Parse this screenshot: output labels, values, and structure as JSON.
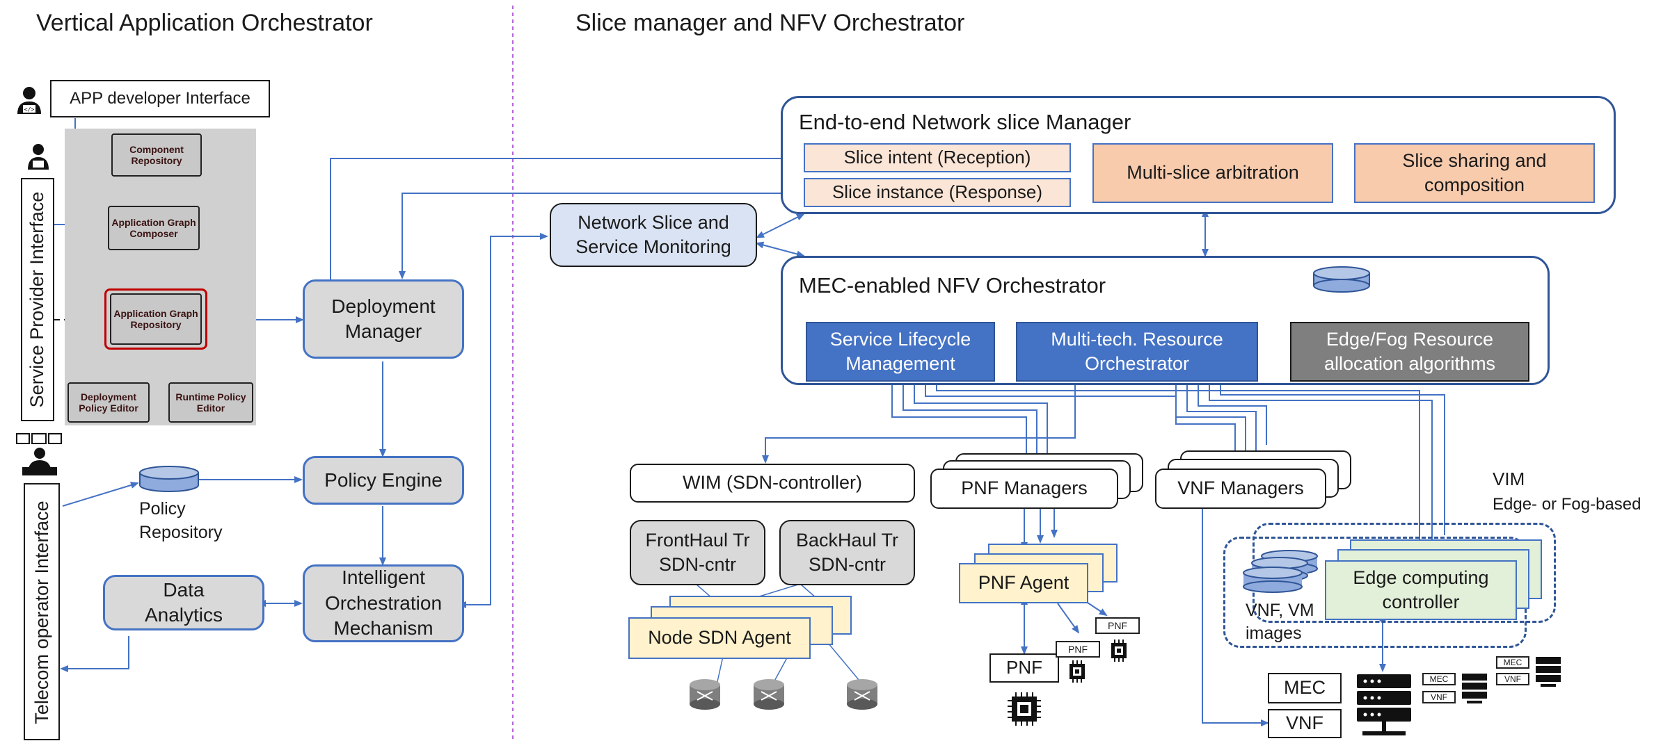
{
  "headings": {
    "left": "Vertical Application Orchestrator",
    "right": "Slice manager and NFV Orchestrator"
  },
  "interfaces": {
    "app_developer": "APP developer Interface",
    "service_provider": "Service Provider Interface",
    "telecom_operator": "Telecom operator Interface"
  },
  "vao": {
    "component_repository": "Component Repository",
    "application_graph_composer": "Application Graph Composer",
    "application_graph_repository": "Application Graph Repository",
    "deployment_policy_editor": "Deployment Policy Editor",
    "runtime_policy_editor": "Runtime Policy Editor",
    "deployment_manager": "Deployment Manager",
    "policy_engine": "Policy Engine",
    "policy_repository": "Policy Repository",
    "intelligent_orchestration": "Intelligent Orchestration Mechanism",
    "data_analytics": "Data Analytics"
  },
  "slice_manager": {
    "title": "End-to-end Network slice Manager",
    "slice_intent": "Slice intent (Reception)",
    "slice_instance": "Slice instance (Response)",
    "multi_slice_arbitration": "Multi-slice arbitration",
    "slice_sharing": "Slice sharing and composition"
  },
  "monitoring": "Network Slice and Service Monitoring",
  "nfvo": {
    "title": "MEC-enabled NFV Orchestrator",
    "service_lifecycle": "Service Lifecycle Management",
    "multi_tech": "Multi-tech. Resource Orchestrator",
    "edge_fog": "Edge/Fog Resource allocation algorithms"
  },
  "infrastructure": {
    "wim": "WIM (SDN-controller)",
    "pnf_managers": "PNF Managers",
    "vnf_managers": "VNF Managers",
    "fronthaul": "FrontHaul Tr SDN-cntr",
    "backhaul": "BackHaul Tr SDN-cntr",
    "node_sdn_agent": "Node SDN Agent",
    "pnf_agent": "PNF Agent",
    "pnf": "PNF",
    "vim": "VIM",
    "vim_sub": "Edge- or Fog-based",
    "edge_controller": "Edge computing controller",
    "vnf_vm_images": "VNF, VM images",
    "mec": "MEC",
    "vnf": "VNF"
  },
  "colors": {
    "arrow": "#4472c4",
    "blue_block": "#4472c4",
    "orange_block": "#f8cbad",
    "yellow_block": "#fff2cc",
    "green_block": "#e2f0d9",
    "grey_block": "#d9d9d9",
    "divider": "#b565d8"
  },
  "icons": [
    "developer-icon",
    "operator-icon",
    "database-icon",
    "router-icon",
    "chip-icon",
    "server-icon"
  ]
}
